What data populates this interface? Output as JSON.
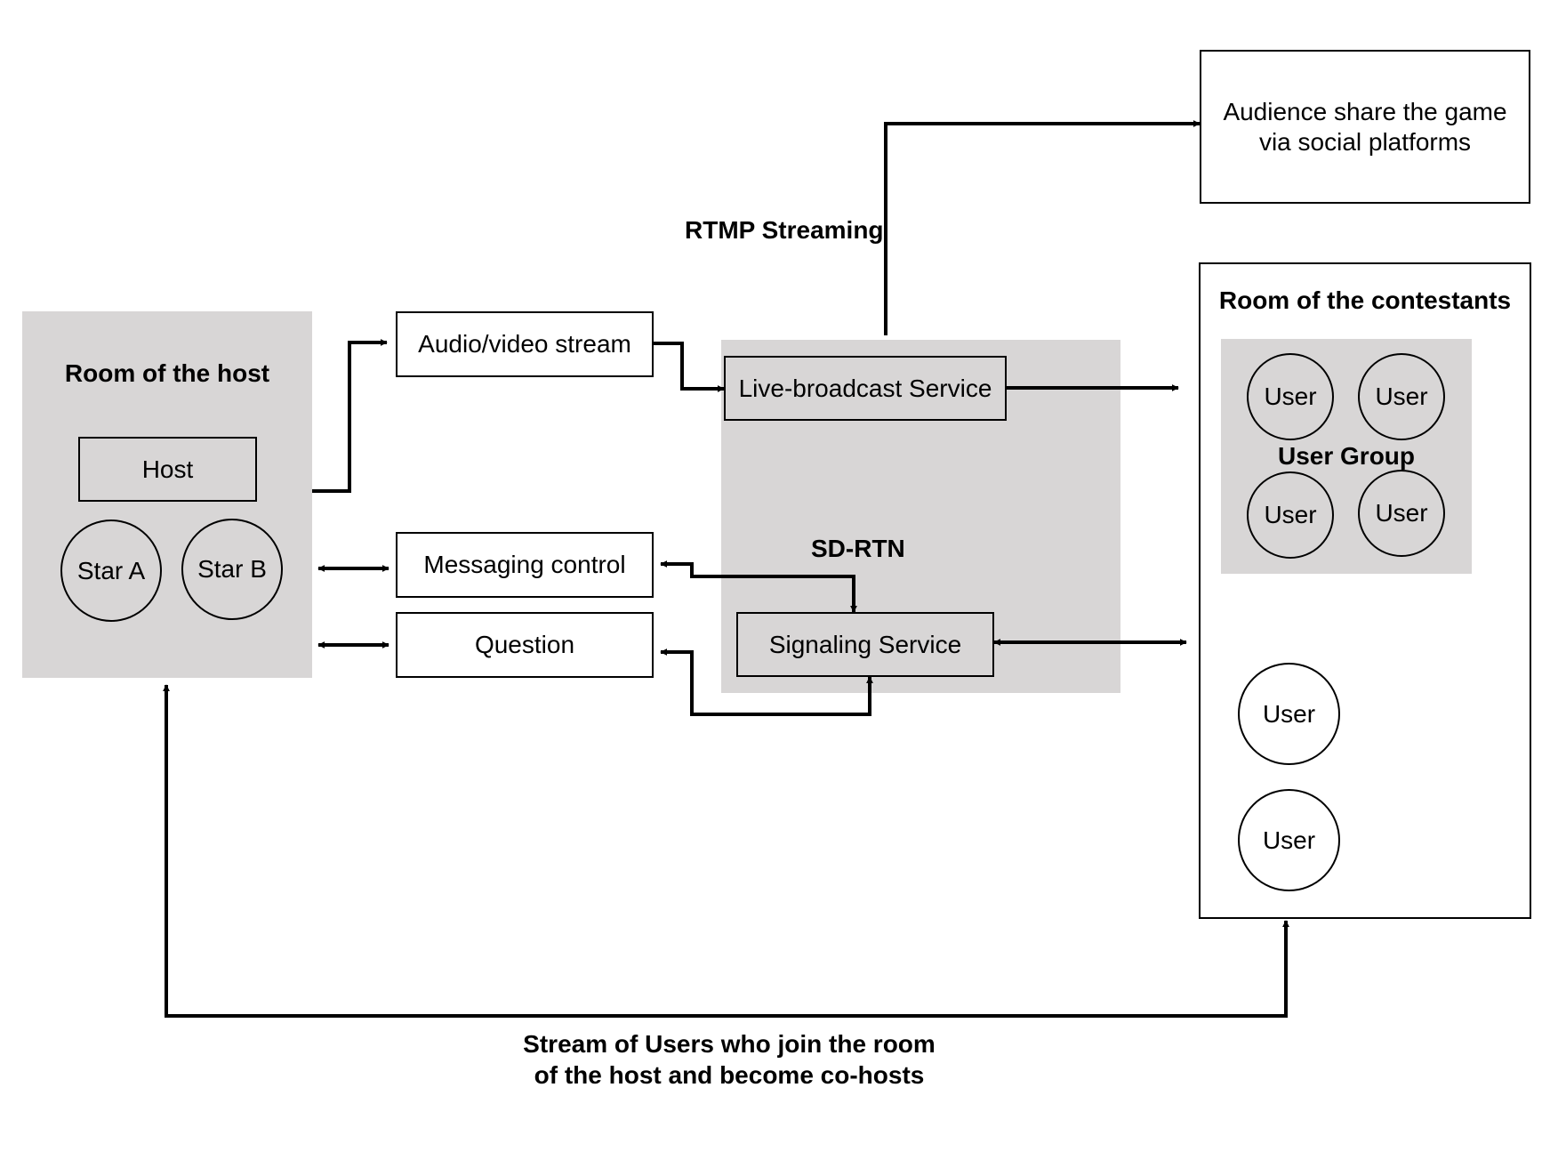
{
  "host_room": {
    "title": "Room of the host",
    "host_label": "Host",
    "stars": [
      "Star A",
      "Star B"
    ]
  },
  "middle": {
    "audio_video": "Audio/video stream",
    "messaging_control": "Messaging control",
    "question": "Question"
  },
  "sdrtn": {
    "title": "SD-RTN",
    "live_broadcast": "Live-broadcast Service",
    "signaling": "Signaling Service"
  },
  "rtmp_label": "RTMP Streaming",
  "audience_box": {
    "line1": "Audience share the game",
    "line2": "via social platforms"
  },
  "contestants_room": {
    "title": "Room of the contestants",
    "group_label": "User Group",
    "group_users": [
      "User",
      "User",
      "User",
      "User"
    ],
    "single_users": [
      "User",
      "User"
    ]
  },
  "bottom_caption": {
    "line1": "Stream of Users who join the room",
    "line2": "of the host and become co-hosts"
  },
  "colors": {
    "panel_gray": "#d8d6d6",
    "stroke": "#000000",
    "background": "#ffffff"
  }
}
